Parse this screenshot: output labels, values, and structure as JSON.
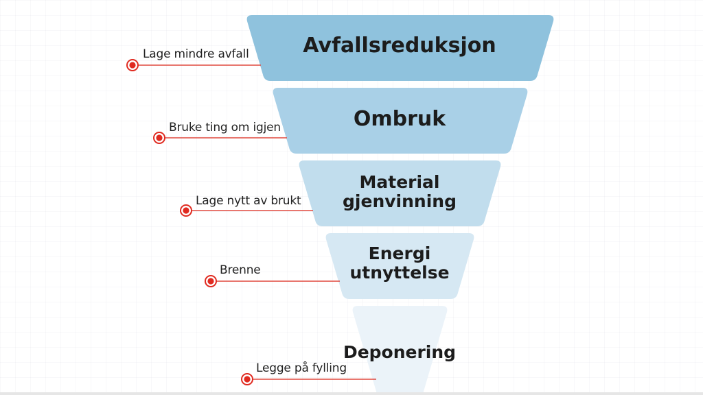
{
  "diagram": {
    "tiers": [
      {
        "title": "Avfallsreduksjon",
        "title_line2": "",
        "color": "#8fc2dd",
        "callout": "Lage mindre avfall"
      },
      {
        "title": "Ombruk",
        "title_line2": "",
        "color": "#a9d0e7",
        "callout": "Bruke ting om igjen"
      },
      {
        "title": "Material",
        "title_line2": "gjenvinning",
        "color": "#c1dded",
        "callout": "Lage nytt av brukt"
      },
      {
        "title": "Energi",
        "title_line2": "utnyttelse",
        "color": "#d6e8f3",
        "callout": "Brenne"
      },
      {
        "title": "Deponering",
        "title_line2": "",
        "color": "#ebf3f9",
        "callout": "Legge på fylling"
      }
    ],
    "marker_color": "#e02a20",
    "line_color": "#e0483f"
  }
}
